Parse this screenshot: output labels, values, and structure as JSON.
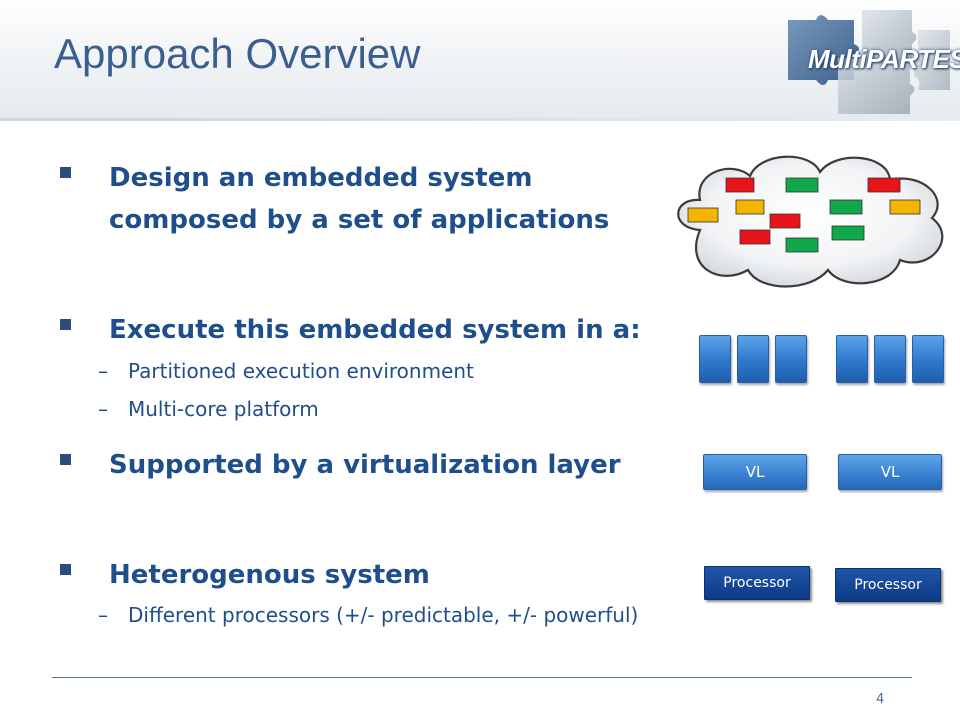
{
  "slide": {
    "title": "Approach Overview",
    "logo_text": "MultiPARTES",
    "page_number": "4"
  },
  "bullets": [
    {
      "lines": [
        "Design an embedded system",
        "composed by a set of applications"
      ]
    },
    {
      "lines": [
        "Execute this embedded system in a:"
      ],
      "sub": [
        "Partitioned execution environment",
        "Multi-core platform"
      ]
    },
    {
      "lines": [
        "Supported by a virtualization layer"
      ]
    },
    {
      "lines": [
        "Heterogenous system"
      ],
      "sub": [
        "Different processors (+/- predictable, +/- powerful)"
      ]
    }
  ],
  "sub_dash": "–",
  "diagram": {
    "vl_labels": [
      "VL",
      "VL"
    ],
    "processor_labels": [
      "Processor",
      "Processor"
    ],
    "colors": {
      "red": "#e8141c",
      "green": "#12a84a",
      "yellow": "#f4b400",
      "block_blue": "#2f78cc",
      "processor_navy": "#0e3a86"
    }
  }
}
